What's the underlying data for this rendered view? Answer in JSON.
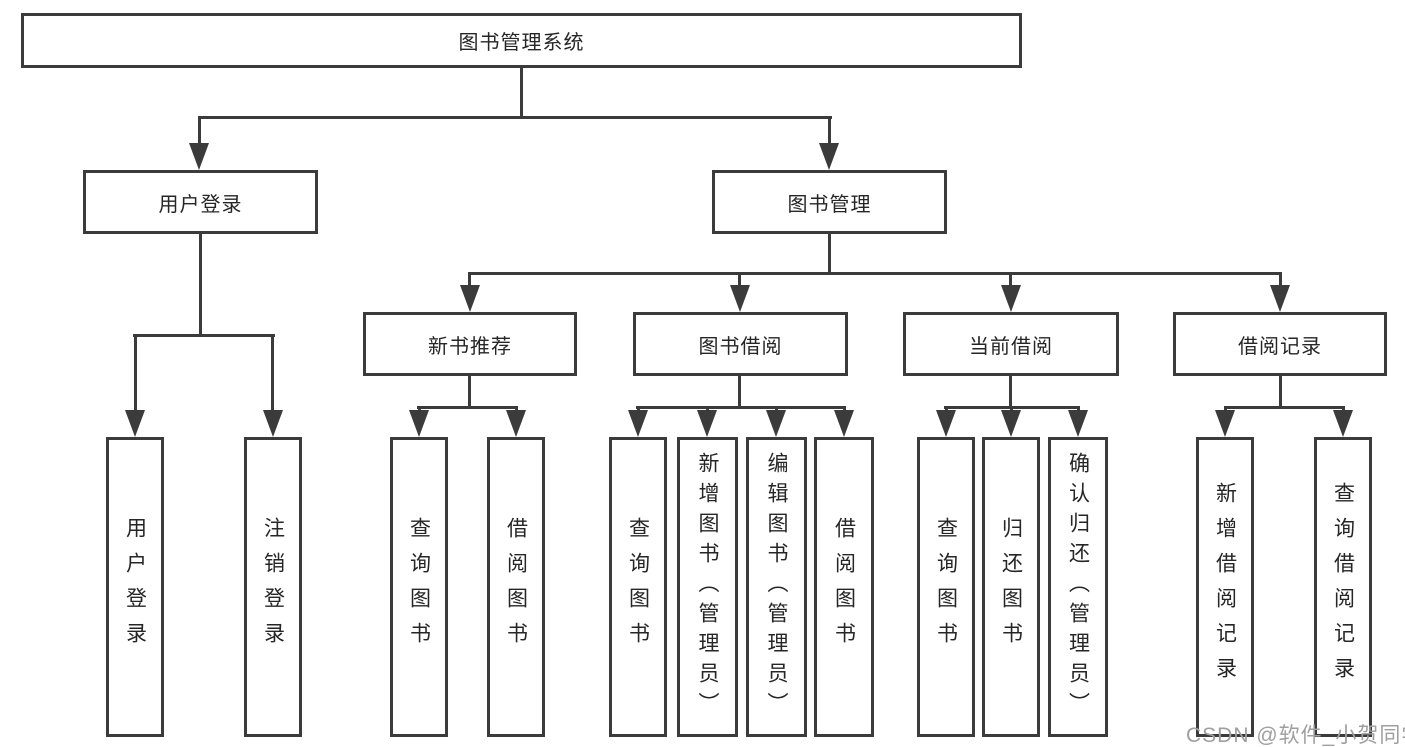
{
  "tree": {
    "label": "图书管理系统",
    "children": [
      {
        "label": "用户登录",
        "children": [
          {
            "label": "用户登录"
          },
          {
            "label": "注销登录"
          }
        ]
      },
      {
        "label": "图书管理",
        "children": [
          {
            "label": "新书推荐",
            "children": [
              {
                "label": "查询图书"
              },
              {
                "label": "借阅图书"
              }
            ]
          },
          {
            "label": "图书借阅",
            "children": [
              {
                "label": "查询图书"
              },
              {
                "label": "新增图书（管理员）"
              },
              {
                "label": "编辑图书（管理员）"
              },
              {
                "label": "借阅图书"
              }
            ]
          },
          {
            "label": "当前借阅",
            "children": [
              {
                "label": "查询图书"
              },
              {
                "label": "归还图书"
              },
              {
                "label": "确认归还（管理员）"
              }
            ]
          },
          {
            "label": "借阅记录",
            "children": [
              {
                "label": "新增借阅记录"
              },
              {
                "label": "查询借阅记录"
              }
            ]
          }
        ]
      }
    ]
  },
  "watermark": "CSDN @软件_小贺同学",
  "colors": {
    "line": "#3b3b3b",
    "text": "#262626",
    "watermark": "#9f9f9f",
    "background": "#ffffff"
  }
}
